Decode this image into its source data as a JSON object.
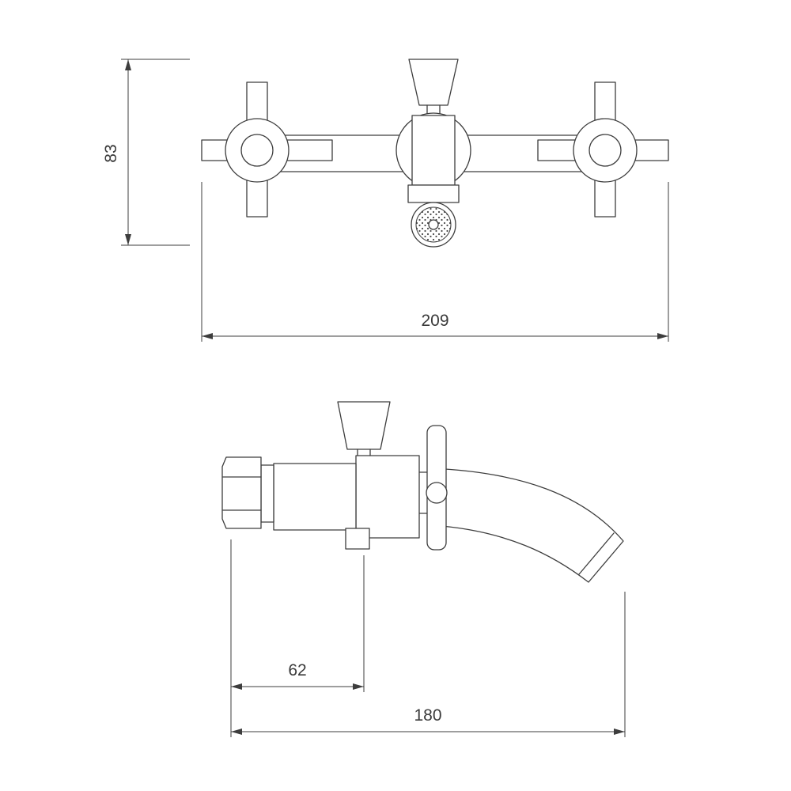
{
  "drawing": {
    "type": "technical-drawing",
    "subject": "wall-mounted bath mixer tap, front and side projection views",
    "colors": {
      "line": "#3d3d3d",
      "background": "#ffffff",
      "text": "#3a3a3a"
    },
    "dims": {
      "front_height": "83",
      "front_width": "209",
      "side_wall_to_diverter": "62",
      "side_wall_to_spout_tip": "180"
    }
  }
}
